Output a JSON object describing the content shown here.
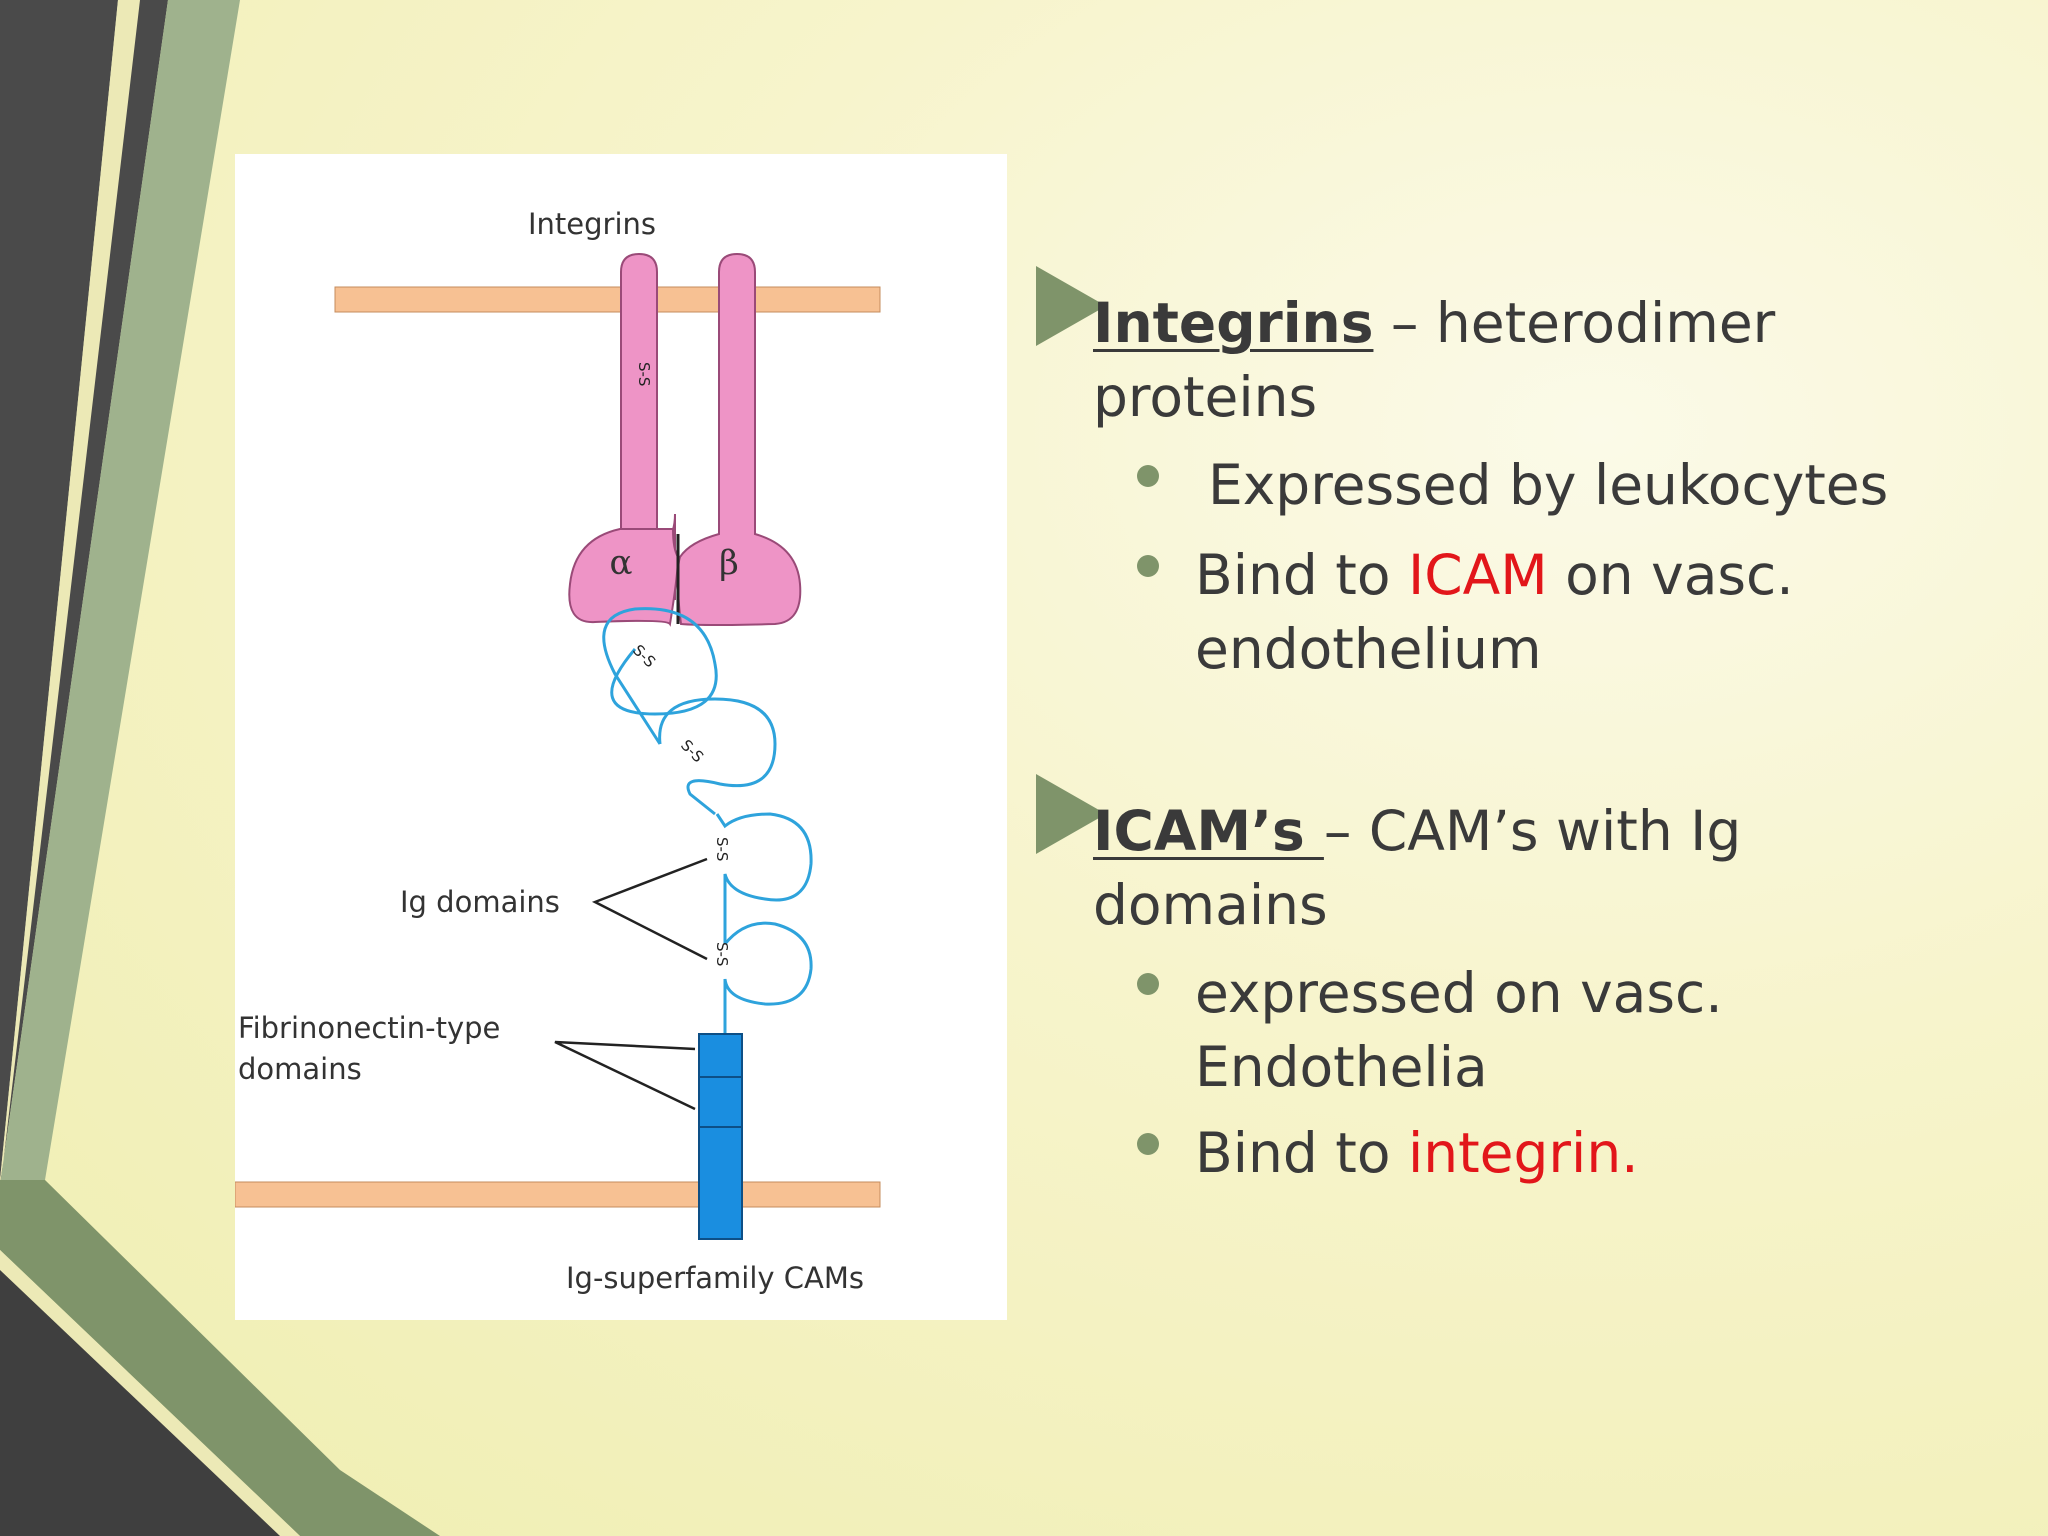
{
  "diagram": {
    "integrins_label": "Integrins",
    "alpha_label": "α",
    "beta_label": "β",
    "disulfide_label": "S-S",
    "ig_domains_label": "Ig domains",
    "fibronectin_label_line1": "Fibrinonectin-type",
    "fibronectin_label_line2": "domains",
    "ig_superfamily_label": "Ig-superfamily CAMs",
    "colors": {
      "membrane": "#f7c193",
      "integrin": "#ee94c6",
      "ig_loop": "#2ea3dc",
      "fibronectin_box": "#1a8ee0"
    }
  },
  "slide": {
    "integrins_point": {
      "term": "Integrins",
      "rest_line1": " – heterodimer",
      "rest_line2": "proteins",
      "bullet1": "Expressed by leukocytes",
      "bullet2_pre": "Bind to ",
      "bullet2_highlight": "ICAM",
      "bullet2_post": " on vasc.",
      "bullet2_line2": "endothelium"
    },
    "icam_point": {
      "term": "ICAM’s ",
      "rest_line1": "– CAM’s with Ig",
      "rest_line2": "domains",
      "bullet1_line1": "expressed on vasc.",
      "bullet1_line2": "Endothelia",
      "bullet2_pre": "Bind to ",
      "bullet2_highlight": "integrin."
    },
    "colors": {
      "highlight": "#e2161a",
      "accent": "#7f946a",
      "text": "#3a3a3a"
    }
  }
}
